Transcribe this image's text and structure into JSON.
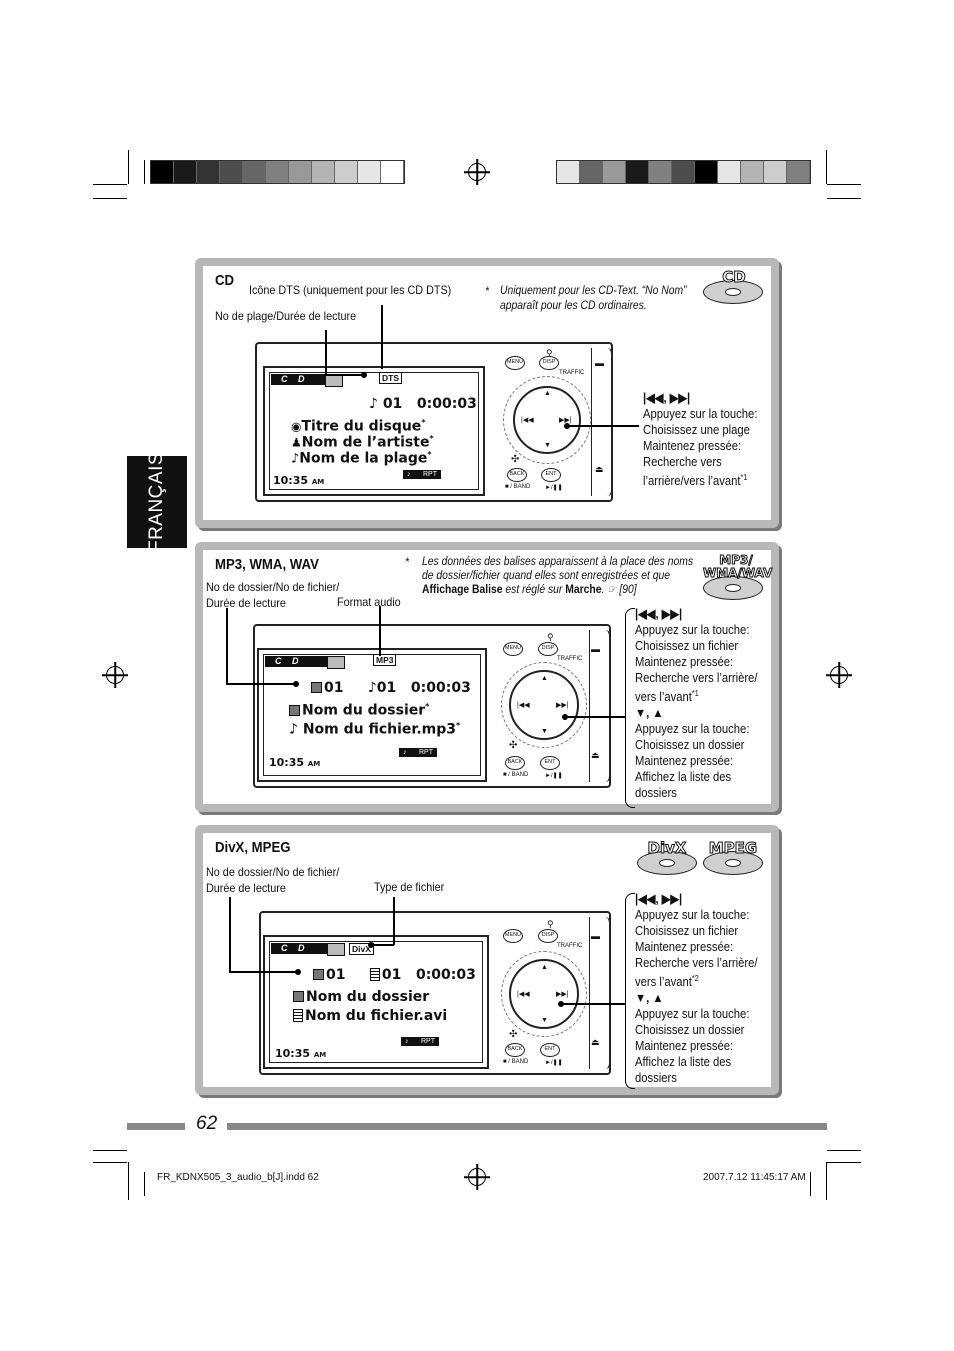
{
  "language_tab": "FRANÇAIS",
  "colors": {
    "panel_frame": "#b8b8b8",
    "tab_bg": "#111111"
  },
  "colorbar_left": [
    "#000000",
    "#1a1a1a",
    "#333333",
    "#4d4d4d",
    "#666666",
    "#808080",
    "#999999",
    "#b3b3b3",
    "#cccccc",
    "#e6e6e6",
    "#ffffff"
  ],
  "colorbar_right": [
    "#e6e6e6",
    "#666666",
    "#999999",
    "#1a1a1a",
    "#808080",
    "#4d4d4d",
    "#000000",
    "#e6e6e6",
    "#b3b3b3",
    "#cccccc",
    "#808080"
  ],
  "cd": {
    "title": "CD",
    "dts_note": "Icône DTS (uniquement pour les CD DTS)",
    "track_note": "No de plage/Durée de lecture",
    "footnote_mark": "*",
    "footnote_line1": "Uniquement pour les CD-Text. “No Nom”",
    "footnote_line2": "apparaît pour les CD ordinaires.",
    "disc_label": "CD",
    "screen": {
      "source": "C D",
      "format_tag": "DTS",
      "track": "01",
      "time": "0:00:03",
      "line1": "Titre du disque",
      "line2": "Nom de l’artiste",
      "line3": "Nom de la plage",
      "asterisk": "*",
      "clock": "10:35",
      "clock_suffix": "AM",
      "rpt": "RPT"
    },
    "callout": {
      "keys": "|◀◀, ▶▶|",
      "lines": [
        "Appuyez sur la touche:",
        "Choisissez une plage",
        "Maintenez pressée:",
        "Recherche vers",
        "l’arrière/vers l’avant"
      ],
      "sup": "*1"
    }
  },
  "mp3": {
    "title": "MP3, WMA, WAV",
    "folder_note_line1": "No de dossier/No de fichier/",
    "folder_note_line2": "Durée de lecture",
    "format_note": "Format audio",
    "footnote_mark": "*",
    "footnote_line1": "Les données des balises apparaissent à la place des noms",
    "footnote_line2": "de dossier/fichier quand elles sont enregistrées et que",
    "footnote_bold1": "Affichage Balise",
    "footnote_mid": " est réglé sur ",
    "footnote_bold2": "Marche",
    "footnote_ref": ". ☞ [90]",
    "disc_label_1": "MP3/",
    "disc_label_2": "WMA/WAV",
    "screen": {
      "source": "C D",
      "format_tag": "MP3",
      "folder_no": "01",
      "file_no": "01",
      "time": "0:00:03",
      "line1": "Nom du dossier",
      "line2": "Nom du fichier.mp3",
      "asterisk": "*",
      "clock": "10:35",
      "clock_suffix": "AM",
      "rpt": "RPT"
    },
    "callout": {
      "keys": "|◀◀, ▶▶|",
      "lines_a": [
        "Appuyez sur la touche:",
        "Choisissez un fichier",
        "Maintenez pressée:",
        "Recherche vers l’arrière/",
        "vers l’avant"
      ],
      "sup": "*1",
      "keys2": "▼, ▲",
      "lines_b": [
        "Appuyez sur la touche:",
        "Choisissez un dossier",
        "Maintenez pressée:",
        "Affichez la liste des",
        "dossiers"
      ]
    }
  },
  "divx": {
    "title": "DivX, MPEG",
    "folder_note_line1": "No de dossier/No de fichier/",
    "folder_note_line2": "Durée de lecture",
    "type_note": "Type de fichier",
    "disc_label_1": "DivX",
    "disc_label_2": "MPEG",
    "screen": {
      "source": "C D",
      "format_tag": "DivX",
      "folder_no": "01",
      "file_no": "01",
      "time": "0:00:03",
      "line1": "Nom du dossier",
      "line2": "Nom du fichier.avi",
      "clock": "10:35",
      "clock_suffix": "AM",
      "rpt": "RPT"
    },
    "callout": {
      "keys": "|◀◀, ▶▶|",
      "lines_a": [
        "Appuyez sur la touche:",
        "Choisissez un fichier",
        "Maintenez pressée:",
        "Recherche vers l’arrière/",
        "vers l’avant"
      ],
      "sup": "*2",
      "keys2": "▼, ▲",
      "lines_b": [
        "Appuyez sur la touche:",
        "Choisissez un dossier",
        "Maintenez pressée:",
        "Affichez la liste des",
        "dossiers"
      ]
    }
  },
  "device_labels": {
    "menu": "MENU",
    "disp": "DISP",
    "traffic": "TRAFFIC",
    "back": "BACK",
    "ent": "ENT",
    "band": "■ / BAND",
    "play": "►/❚❚"
  },
  "page_number": "62",
  "footer_left": "FR_KDNX505_3_audio_b[J].indd   62",
  "footer_right": "2007.7.12   11:45:17 AM"
}
